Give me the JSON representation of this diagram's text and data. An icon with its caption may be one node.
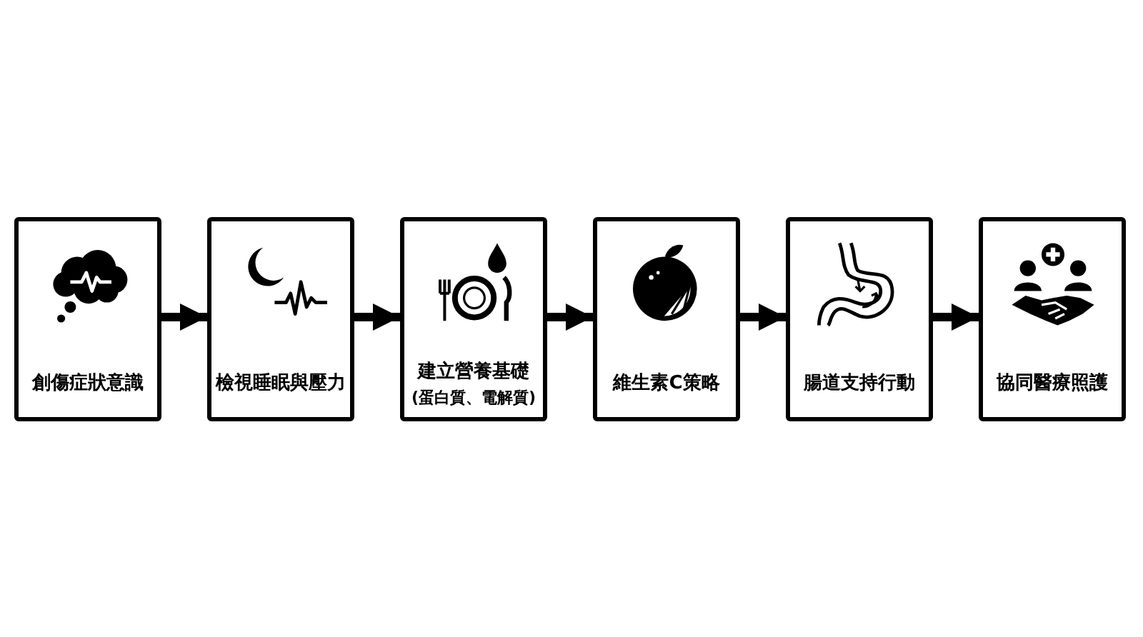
{
  "diagram": {
    "nodes": [
      {
        "text": [
          "創傷症狀意識"
        ]
      },
      {
        "text": [
          "檢視睡眠與壓力"
        ]
      },
      {
        "text": [
          "建立營養基礎",
          "(蛋白質、電解質)"
        ]
      },
      {
        "text": [
          "維生素C策略"
        ]
      },
      {
        "text": [
          "腸道支持行動"
        ]
      },
      {
        "text": [
          "協同醫療照護"
        ]
      }
    ],
    "edges": [
      {
        "from": 0,
        "to": 1,
        "arrow": "to"
      },
      {
        "from": 1,
        "to": 2,
        "arrow": "to"
      },
      {
        "from": 2,
        "to": 3,
        "arrow": "to"
      },
      {
        "from": 3,
        "to": 4,
        "arrow": "to"
      },
      {
        "from": 4,
        "to": 5,
        "arrow": "to"
      }
    ]
  }
}
